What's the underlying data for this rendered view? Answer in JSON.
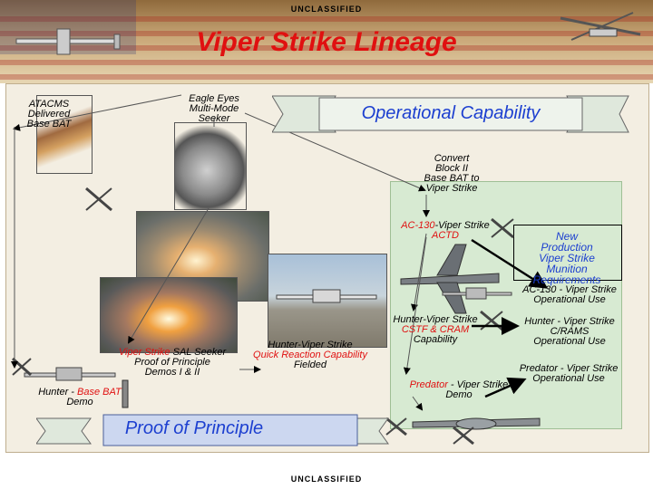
{
  "classification": {
    "top": "UNCLASSIFIED",
    "bottom": "UNCLASSIFIED"
  },
  "title": "Viper Strike Lineage",
  "operational_capability": "Operational Capability",
  "proof_of_principle": "Proof of Principle",
  "nodes": {
    "atacms": [
      "ATACMS",
      "Delivered",
      "Base BAT"
    ],
    "eagle_eyes": [
      "Eagle Eyes",
      "Multi-Mode",
      "Seeker"
    ],
    "convert": [
      "Convert",
      "Block II",
      "Base BAT to",
      "Viper Strike"
    ],
    "ac130_actd": {
      "prefix": "AC-130",
      "rest": "-Viper Strike",
      "line2": "ACTD"
    },
    "new_production": [
      "New",
      "Production",
      "Viper Strike",
      "Munition",
      "Requirements"
    ],
    "ac130_op": [
      "AC-130 - Viper Strike",
      "Operational Use"
    ],
    "hunter_cstf": {
      "line1": "Hunter-Viper Strike",
      "line2": "CSTF & CRAM",
      "line3": "Capability"
    },
    "hunter_crams": [
      "Hunter - Viper Strike",
      "C/RAMS",
      "Operational Use"
    ],
    "viper_sal": {
      "line1_red": "Viper Strike",
      "line1_rest": " SAL Seeker",
      "line2": "Proof of Principle",
      "line3": "Demos I & II"
    },
    "hunter_quick": {
      "line1": "Hunter-Viper Strike",
      "line2": "Quick Reaction Capability",
      "line3": "Fielded"
    },
    "predator_op": [
      "Predator - Viper Strike",
      "Operational Use"
    ],
    "predator_demo": {
      "prefix": "Predator",
      "rest": " - Viper Strike",
      "line2": "Demo"
    },
    "hunter_base_bat": {
      "prefix": "Hunter - ",
      "red": "Base BAT",
      "line2": "Demo"
    }
  },
  "colors": {
    "title": "#e01010",
    "operational_blue": "#1c3fd0",
    "arrow": "#000000"
  }
}
